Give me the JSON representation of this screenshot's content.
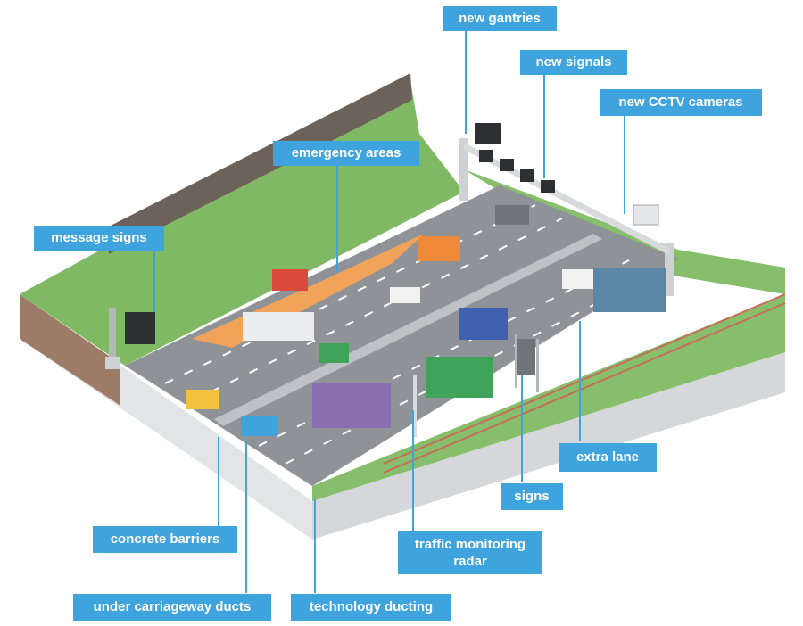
{
  "diagram": {
    "colors": {
      "callout": "#3fa3dd",
      "grass": "#7fb963",
      "road": "#8f9397",
      "earth": "#9c7c66",
      "emergency_area": "#f2a35a",
      "fence": "#6d625a"
    },
    "labels": {
      "new_gantries": "new gantries",
      "new_signals": "new signals",
      "new_cctv_cameras": "new CCTV cameras",
      "emergency_areas": "emergency areas",
      "message_signs": "message signs",
      "extra_lane": "extra lane",
      "signs": "signs",
      "traffic_monitoring_radar": "traffic monitoring radar",
      "concrete_barriers": "concrete barriers",
      "under_carriageway_ducts": "under carriageway ducts",
      "technology_ducting": "technology ducting"
    }
  }
}
